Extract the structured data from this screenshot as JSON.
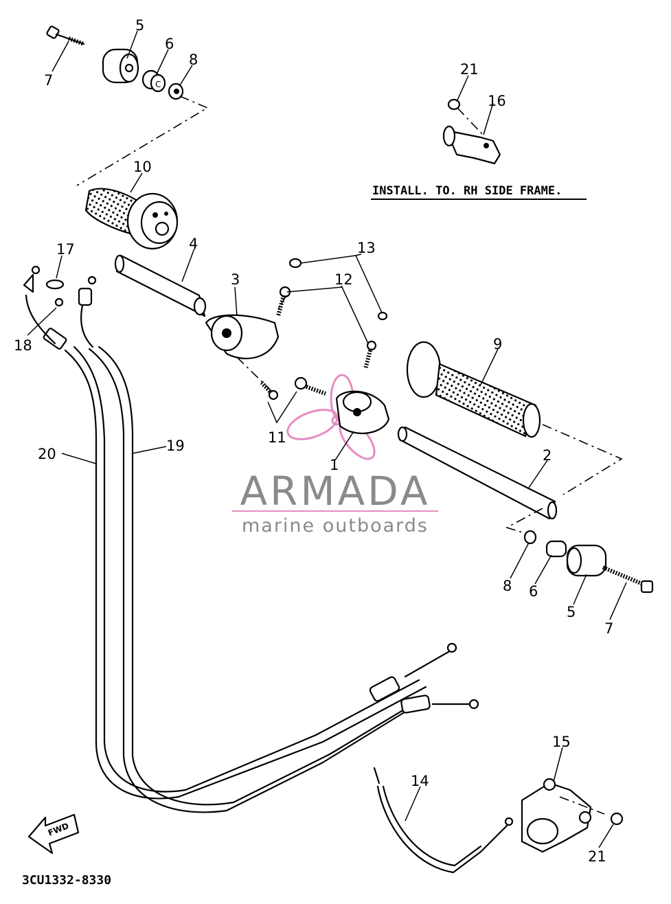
{
  "diagram_code": "3CU1332-8330",
  "install_note": "INSTALL. TO. RH SIDE FRAME.",
  "fwd_label": "FWD",
  "watermark": {
    "brand": "ARMADA",
    "tagline": "marine outboards",
    "color": "#e58cc0"
  },
  "callouts": [
    {
      "id": "c1",
      "number": "1"
    },
    {
      "id": "c2",
      "number": "2"
    },
    {
      "id": "c3",
      "number": "3"
    },
    {
      "id": "c4",
      "number": "4"
    },
    {
      "id": "c5a",
      "number": "5"
    },
    {
      "id": "c5b",
      "number": "5"
    },
    {
      "id": "c6a",
      "number": "6"
    },
    {
      "id": "c6b",
      "number": "6"
    },
    {
      "id": "c7a",
      "number": "7"
    },
    {
      "id": "c7b",
      "number": "7"
    },
    {
      "id": "c8a",
      "number": "8"
    },
    {
      "id": "c8b",
      "number": "8"
    },
    {
      "id": "c9",
      "number": "9"
    },
    {
      "id": "c10",
      "number": "10"
    },
    {
      "id": "c11",
      "number": "11"
    },
    {
      "id": "c12",
      "number": "12"
    },
    {
      "id": "c13",
      "number": "13"
    },
    {
      "id": "c14",
      "number": "14"
    },
    {
      "id": "c15",
      "number": "15"
    },
    {
      "id": "c16",
      "number": "16"
    },
    {
      "id": "c17",
      "number": "17"
    },
    {
      "id": "c18",
      "number": "18"
    },
    {
      "id": "c19",
      "number": "19"
    },
    {
      "id": "c20",
      "number": "20"
    },
    {
      "id": "c21a",
      "number": "21"
    },
    {
      "id": "c21b",
      "number": "21"
    }
  ]
}
